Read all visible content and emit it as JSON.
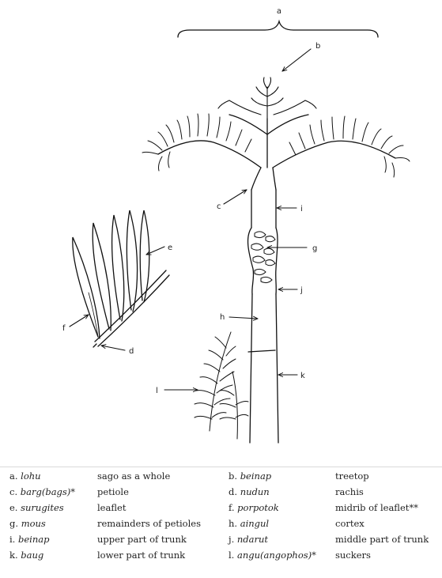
{
  "figure": {
    "labels": [
      "a",
      "b",
      "c",
      "d",
      "e",
      "f",
      "g",
      "h",
      "i",
      "j",
      "k",
      "l"
    ]
  },
  "legend": {
    "rows": [
      {
        "left": {
          "key": "a.",
          "term": "lohu",
          "suffix": "",
          "meaning": "sago as a whole"
        },
        "right": {
          "key": "b.",
          "term": "beinap",
          "suffix": "",
          "meaning": "treetop"
        }
      },
      {
        "left": {
          "key": "c.",
          "term": "barg(bags)",
          "suffix": "*",
          "meaning": "petiole"
        },
        "right": {
          "key": "d.",
          "term": "nudun",
          "suffix": "",
          "meaning": "rachis"
        }
      },
      {
        "left": {
          "key": "e.",
          "term": "surugites",
          "suffix": "",
          "meaning": "leaflet"
        },
        "right": {
          "key": "f.",
          "term": "porpotok",
          "suffix": "",
          "meaning": "midrib of leaflet**"
        }
      },
      {
        "left": {
          "key": "g.",
          "term": "mous",
          "suffix": "",
          "meaning": "remainders of petioles"
        },
        "right": {
          "key": "h.",
          "term": "aingul",
          "suffix": "",
          "meaning": "cortex"
        }
      },
      {
        "left": {
          "key": "i.",
          "term": "beinap",
          "suffix": "",
          "meaning": "upper part of trunk"
        },
        "right": {
          "key": "j.",
          "term": "ndarut",
          "suffix": "",
          "meaning": "middle part of trunk"
        }
      },
      {
        "left": {
          "key": "k.",
          "term": "baug",
          "suffix": "",
          "meaning": "lower part of trunk"
        },
        "right": {
          "key": "l.",
          "term": "angu(angophos)",
          "suffix": "*",
          "meaning": "suckers"
        }
      }
    ]
  }
}
